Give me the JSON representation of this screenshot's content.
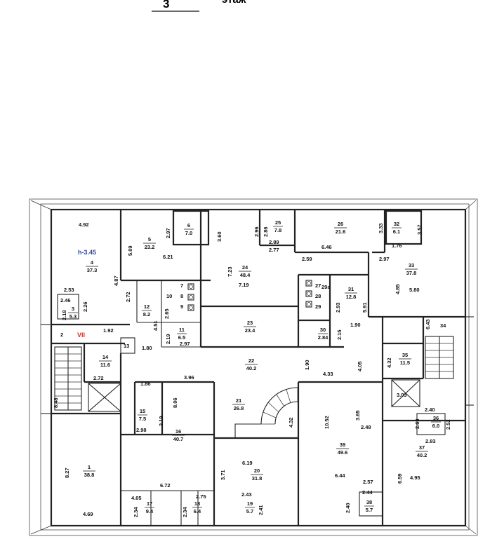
{
  "header": {
    "floor_number": "3",
    "floor_word": "этаж"
  },
  "marks": {
    "roman": "VII",
    "ceiling_height": "h-3.45"
  },
  "colors": {
    "roman": "#c0392b",
    "ceiling_height": "#2e4a9e",
    "lines": "#222222"
  },
  "rooms": [
    {
      "n": "1",
      "a": "38.8"
    },
    {
      "n": "3",
      "a": "5.3"
    },
    {
      "n": "4",
      "a": "37.3"
    },
    {
      "n": "5",
      "a": "23.2"
    },
    {
      "n": "6",
      "a": "7.0"
    },
    {
      "n": "7",
      "a": ""
    },
    {
      "n": "8",
      "a": ""
    },
    {
      "n": "9",
      "a": ""
    },
    {
      "n": "10",
      "a": ""
    },
    {
      "n": "11",
      "a": "6.5"
    },
    {
      "n": "12",
      "a": "8.2"
    },
    {
      "n": "13",
      "a": ""
    },
    {
      "n": "14",
      "a": "11.6"
    },
    {
      "n": "15",
      "a": "7.5"
    },
    {
      "n": "16",
      "a": "40.7"
    },
    {
      "n": "17",
      "a": "9.4"
    },
    {
      "n": "18",
      "a": "6.4"
    },
    {
      "n": "19",
      "a": "5.7"
    },
    {
      "n": "20",
      "a": "31.8"
    },
    {
      "n": "21",
      "a": "26.8"
    },
    {
      "n": "22",
      "a": "40.2"
    },
    {
      "n": "23",
      "a": "23.4"
    },
    {
      "n": "24",
      "a": "48.4"
    },
    {
      "n": "25",
      "a": "7.8"
    },
    {
      "n": "26",
      "a": "21.6"
    },
    {
      "n": "27",
      "a": ""
    },
    {
      "n": "28",
      "a": ""
    },
    {
      "n": "29",
      "a": ""
    },
    {
      "n": "29a",
      "a": ""
    },
    {
      "n": "30",
      "a": "2.84"
    },
    {
      "n": "31",
      "a": "12.8"
    },
    {
      "n": "32",
      "a": "6.1"
    },
    {
      "n": "33",
      "a": "37.8"
    },
    {
      "n": "34",
      "a": ""
    },
    {
      "n": "35",
      "a": "11.5"
    },
    {
      "n": "36",
      "a": "6.0"
    },
    {
      "n": "37",
      "a": "40.2"
    },
    {
      "n": "38",
      "a": "5.7"
    },
    {
      "n": "39",
      "a": "49.6"
    },
    {
      "n": "2",
      "a": ""
    }
  ],
  "dimensions": [
    "4.92",
    "2.97",
    "6.21",
    "5.09",
    "3.60",
    "2.96",
    "2.86",
    "2.89",
    "2.77",
    "6.46",
    "3.33",
    "3.57",
    "1.76",
    "2.59",
    "2.97",
    "7.23",
    "7.19",
    "4.85",
    "5.80",
    "2.53",
    "2.46",
    "2.18",
    "2.26",
    "2.72",
    "4.87",
    "2.65",
    "4.51",
    "2.19",
    "2.97",
    "1.80",
    "1.92",
    "2.93",
    "5.91",
    "2.15",
    "1.90",
    "6.43",
    "4.32",
    "4.05",
    "1.90",
    "4.33",
    "2.72",
    "3.96",
    "1.86",
    "8.06",
    "3.19",
    "2.98",
    "8.48",
    "3.65",
    "10.52",
    "4.32",
    "2.48",
    "3.03",
    "2.40",
    "2.63",
    "2.52",
    "2.83",
    "8.27",
    "6.72",
    "6.19",
    "3.71",
    "6.44",
    "6.59",
    "4.95",
    "4.05",
    "2.34",
    "2.75",
    "2.34",
    "2.43",
    "2.41",
    "2.57",
    "2.44",
    "2.40",
    "4.69"
  ]
}
